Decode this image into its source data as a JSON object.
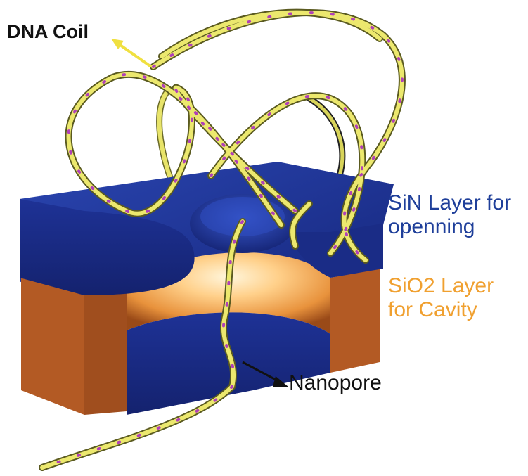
{
  "labels": {
    "dna_coil": "DNA Coil",
    "sin_layer": [
      "SiN Layer for",
      "openning"
    ],
    "sio2_layer": [
      "SiO2 Layer",
      "for Cavity"
    ],
    "nanopore": "Nanopore"
  },
  "colors": {
    "sin_text": "#1f3f9a",
    "sio2_text": "#f0a030",
    "sin_layer": "#1c2f8c",
    "sio2_layer": "#b45a22",
    "dna": "#e8e46a",
    "dna_bead": "#b040b8",
    "cavity_glow": "#ffd79a"
  }
}
